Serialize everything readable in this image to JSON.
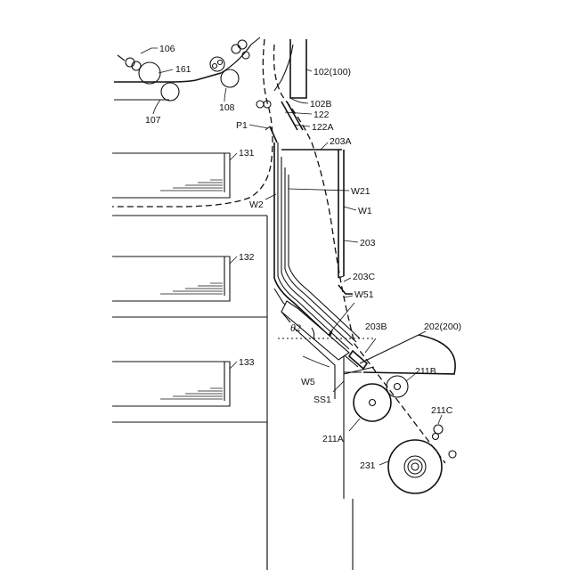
{
  "labels": {
    "l106": "106",
    "l161": "161",
    "l107": "107",
    "l108": "108",
    "l102": "102(100)",
    "l102B": "102B",
    "l122": "122",
    "l122A": "122A",
    "lP1": "P1",
    "l203A": "203A",
    "l131": "131",
    "lW21": "W21",
    "lW2": "W2",
    "lW1": "W1",
    "l203": "203",
    "l132": "132",
    "l203C": "203C",
    "lW51": "W51",
    "ltheta2": "θ2",
    "l203B": "203B",
    "l202": "202(200)",
    "l211B": "211B",
    "lW5": "W5",
    "lSS1": "SS1",
    "l133": "133",
    "l211C": "211C",
    "l211A": "211A",
    "l231": "231"
  }
}
